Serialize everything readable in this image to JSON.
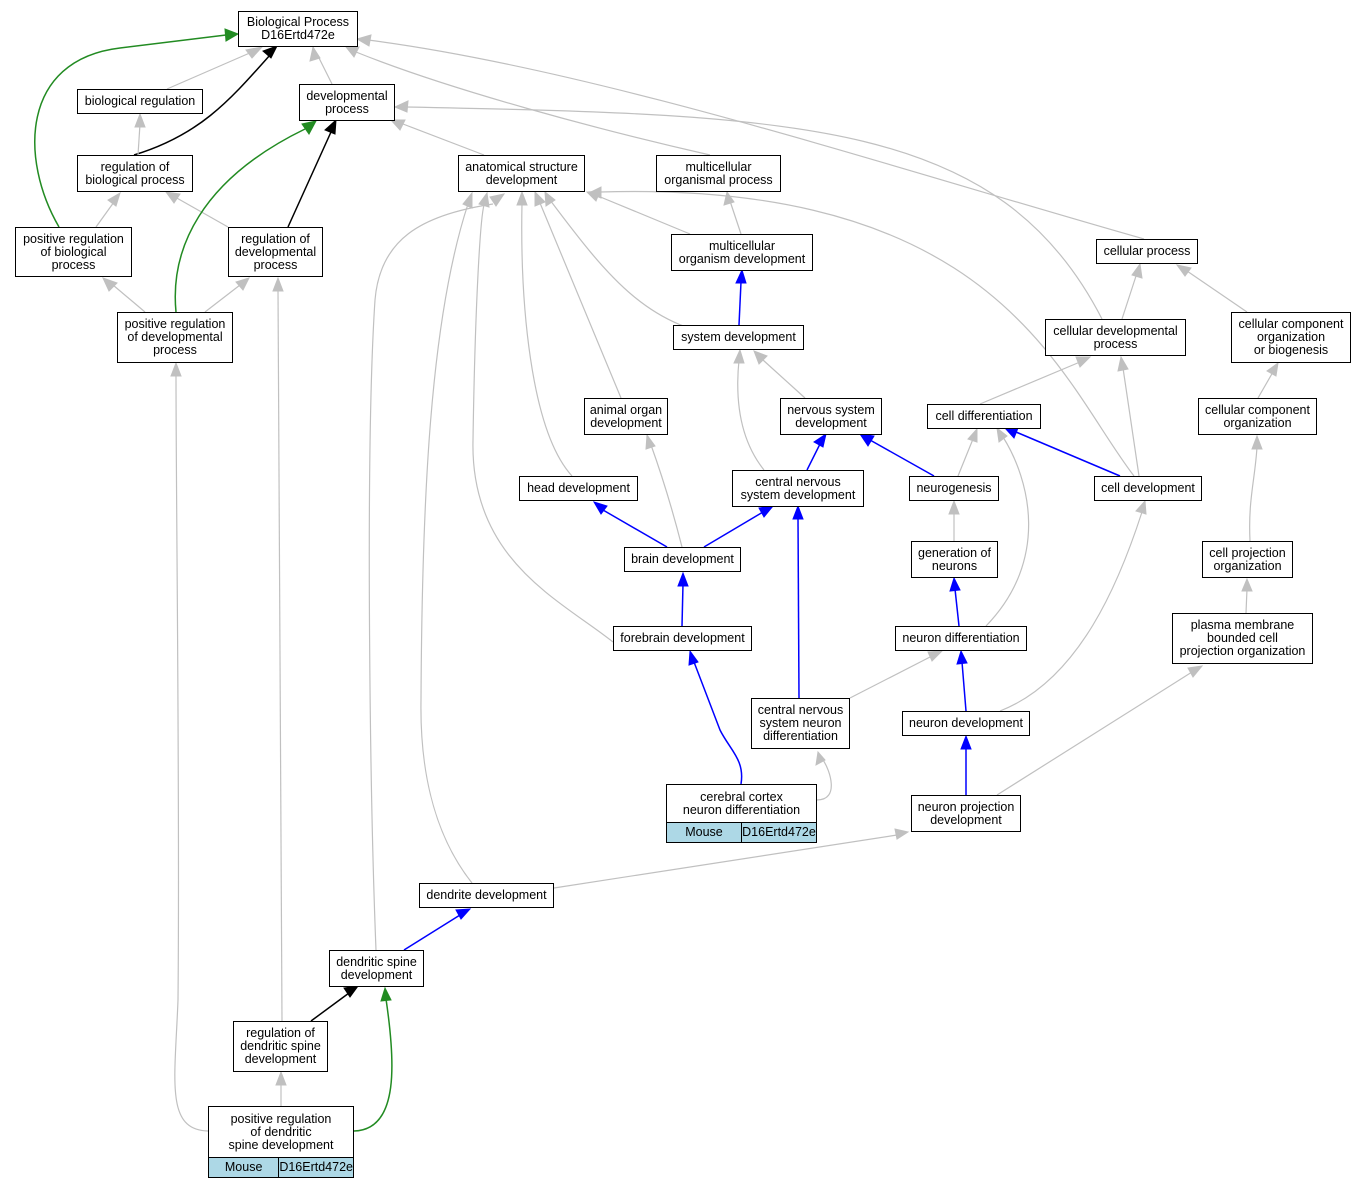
{
  "nodes": {
    "bp": "Biological Process\nD16Ertd472e",
    "bio_reg": "biological regulation",
    "dev_proc": "developmental\nprocess",
    "reg_bio": "regulation of\nbiological process",
    "anat": "anatomical structure\ndevelopment",
    "multi_org": "multicellular\norganismal process",
    "pos_reg_bio": "positive regulation\nof biological\nprocess",
    "reg_dev": "regulation of\ndevelopmental\nprocess",
    "multi_dev": "multicellular\norganism development",
    "cell_proc": "cellular process",
    "pos_reg_dev": "positive regulation\nof developmental\nprocess",
    "sys_dev": "system development",
    "cell_dev_proc": "cellular developmental\nprocess",
    "cc_org_bio": "cellular component\norganization\nor biogenesis",
    "animal_organ": "animal organ\ndevelopment",
    "nerv_sys": "nervous system\ndevelopment",
    "cell_diff": "cell differentiation",
    "cc_org": "cellular component\norganization",
    "head_dev": "head development",
    "cns_dev": "central nervous\nsystem development",
    "neurogenesis": "neurogenesis",
    "cell_dev": "cell development",
    "brain_dev": "brain development",
    "gen_neurons": "generation of\nneurons",
    "cell_proj_org": "cell projection\norganization",
    "forebrain": "forebrain development",
    "neuron_diff": "neuron differentiation",
    "pm_proj": "plasma membrane\nbounded cell\nprojection organization",
    "cns_neuron_diff": "central nervous\nsystem neuron\ndifferentiation",
    "neuron_dev": "neuron development",
    "neuron_proj": "neuron projection\ndevelopment",
    "dendrite_dev": "dendrite development",
    "dendritic_spine": "dendritic spine\ndevelopment",
    "reg_dendritic": "regulation of\ndendritic spine\ndevelopment"
  },
  "tagged_nodes": {
    "cortex": {
      "label": "cerebral cortex\nneuron differentiation",
      "organism": "Mouse",
      "gene": "D16Ertd472e"
    },
    "pos_reg_dendritic": {
      "label": "positive regulation\nof dendritic\nspine development",
      "organism": "Mouse",
      "gene": "D16Ertd472e"
    }
  },
  "edge_colors": {
    "is_a": "#c0c0c0",
    "part_of": "#0000ff",
    "regulates": "#000000",
    "positively_regulates": "#228b22"
  }
}
